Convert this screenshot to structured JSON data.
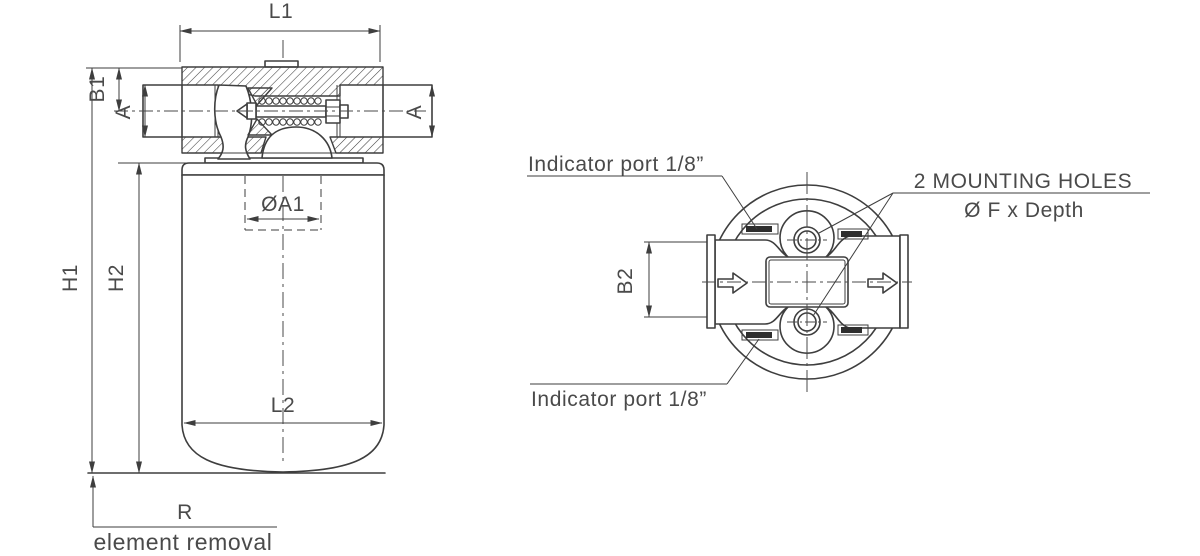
{
  "side_view": {
    "l1": "L1",
    "b1": "B1",
    "a_left": "A",
    "a_right": "A",
    "oa1": "ØA1",
    "h1": "H1",
    "h2": "H2",
    "l2": "L2",
    "r": "R",
    "element_removal": "element removal"
  },
  "top_view": {
    "indicator_port_top": "Indicator port 1/8”",
    "indicator_port_bottom": "Indicator port 1/8”",
    "mounting_holes_line1": "2 MOUNTING HOLES",
    "mounting_holes_line2": "Ø F x Depth",
    "b2": "B2"
  },
  "colors": {
    "line": "#3e3e3e",
    "text": "#4a4a4a",
    "background": "#ffffff"
  }
}
